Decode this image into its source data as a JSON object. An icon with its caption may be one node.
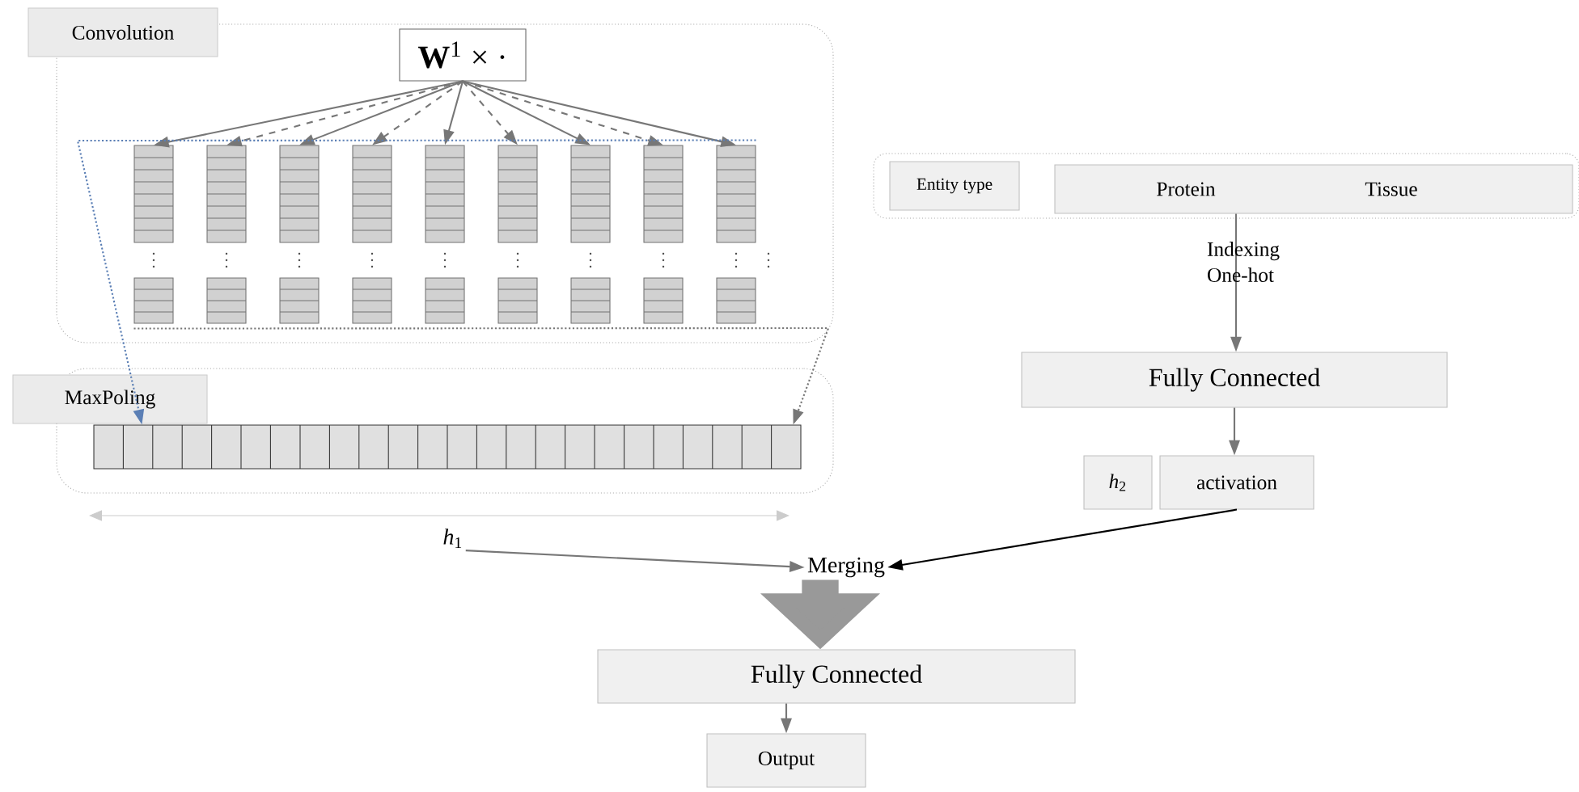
{
  "diagram": {
    "nodes": [
      {
        "text": [
          "Convolution"
        ]
      },
      {
        "text": [
          "**W**$^{1}$ × ·"
        ],
        "in": 0
      },
      {
        "text": [],
        "shape": "bar",
        "in": 0
      },
      {
        "text": [],
        "shape": "bar",
        "in": 0
      },
      {
        "text": [],
        "shape": "bar",
        "in": 0
      },
      {
        "text": [],
        "shape": "bar",
        "in": 0
      },
      {
        "text": [],
        "shape": "bar",
        "in": 0
      },
      {
        "text": [],
        "shape": "bar",
        "in": 0
      },
      {
        "text": [],
        "shape": "bar",
        "in": 0
      },
      {
        "text": [],
        "shape": "bar",
        "in": 0
      },
      {
        "text": [],
        "shape": "bar",
        "in": 0
      },
      {
        "text": [
          "MaxPoling"
        ]
      },
      {
        "text": [],
        "shape": "bar",
        "in": 11
      },
      {
        "text": [
          "*h*$_{1}$"
        ]
      },
      {
        "text": [],
        "shape": "box"
      },
      {
        "text": [
          "Entity type"
        ],
        "in": 14
      },
      {
        "text": [
          "Protein",
          "Tissue"
        ],
        "in": 14
      },
      {
        "text": [
          "Fully Connected"
        ]
      },
      {
        "text": [
          "*h*$_{2}$"
        ]
      },
      {
        "text": [
          "activation"
        ]
      },
      {
        "text": [
          "Merging"
        ]
      },
      {
        "text": [
          "Fully Connected"
        ]
      },
      {
        "text": [
          "Output"
        ]
      }
    ],
    "edges": [
      {
        "from": 1,
        "to": 2,
        "arrow": "to"
      },
      {
        "from": 1,
        "to": 3,
        "arrow": "to",
        "style": "dashed"
      },
      {
        "from": 1,
        "to": 4,
        "arrow": "to"
      },
      {
        "from": 1,
        "to": 5,
        "arrow": "to",
        "style": "dashed"
      },
      {
        "from": 1,
        "to": 6,
        "arrow": "to"
      },
      {
        "from": 1,
        "to": 7,
        "arrow": "to",
        "style": "dashed"
      },
      {
        "from": 1,
        "to": 8,
        "arrow": "to"
      },
      {
        "from": 1,
        "to": 9,
        "arrow": "to",
        "style": "dashed"
      },
      {
        "from": 1,
        "to": 10,
        "arrow": "to"
      },
      {
        "from": 10,
        "to": 12,
        "arrow": "to",
        "style": "dashed",
        "color": "#5b7fb5"
      },
      {
        "from": 2,
        "to": 12,
        "arrow": "to",
        "style": "dashed"
      },
      {
        "from": 16,
        "to": 17,
        "arrow": "to",
        "label": "Indexing One-hot"
      },
      {
        "from": 17,
        "to": 19,
        "arrow": "to"
      },
      {
        "from": 13,
        "to": 20,
        "arrow": "to"
      },
      {
        "from": 19,
        "to": 20,
        "arrow": "to",
        "color": "#000000"
      },
      {
        "from": 20,
        "to": 21,
        "arrow": "to",
        "style": "thick"
      },
      {
        "from": 21,
        "to": 22,
        "arrow": "to"
      }
    ]
  }
}
